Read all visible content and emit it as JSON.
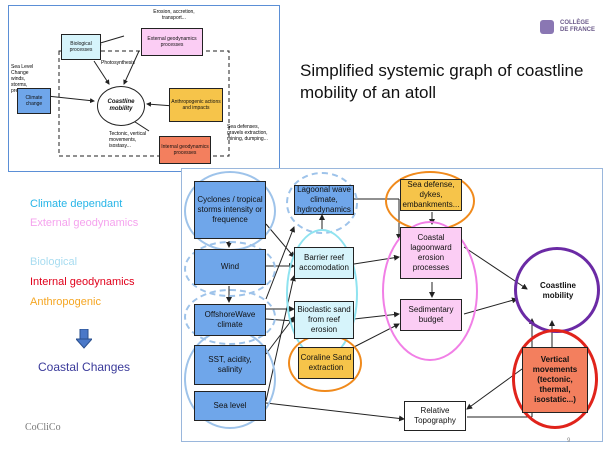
{
  "title": "Simplified systemic graph of coastline mobility of an atoll",
  "institution": [
    "COLLÈGE",
    "DE FRANCE"
  ],
  "footer_logo": "CoCliCo",
  "page_number": "9",
  "legend": {
    "items": [
      {
        "label": "Climate dependant",
        "color": "#27b5e8"
      },
      {
        "label": "External geodynamics",
        "color": "#f5a3ee"
      },
      {
        "label": "Biological",
        "color": "#a8dcf0"
      },
      {
        "label": "Internal geodynamics",
        "color": "#e0001b"
      },
      {
        "label": "Anthropogenic",
        "color": "#f5a623"
      }
    ],
    "result": "Coastal Changes",
    "result_color": "#3a3a9a"
  },
  "inset": {
    "top_note": "Erosion, accretion, transport...",
    "external": "External geodynamics processes",
    "biological": "Biological processes",
    "climate": "Climate change",
    "coastline": "Coastline mobility",
    "anthropogenic": "Anthropogenic actions and impacts",
    "internal": "Internal geodynamics processes",
    "sea_level_note": "Sea Level Change winds, storms, precipitations",
    "photosynthesis_note": "Photosynthesis",
    "tectonic_note": "Tectonic, vertical movements, isostasy...",
    "defenses_note": "Sea defenses, gravels extraction, mining, dumping..."
  },
  "nodes": {
    "cyclones": "Cyclones / tropical storms intensity or frequence",
    "wind": "Wind",
    "offshore": "OffshoreWave climate",
    "sst": "SST, acidity, salinity",
    "sea_level": "Sea level",
    "lagoonal": "Lagoonal wave climate, hydrodynamics",
    "barrier": "Barrier reef accomodation",
    "bioclastic": "Bioclastic sand from reef erosion",
    "coraline": "Coraline Sand extraction",
    "defense": "Sea defense, dykes, embankments...",
    "coastal": "Coastal lagoonward erosion processes",
    "budget": "Sedimentary budget",
    "coastline": "Coastline mobility",
    "vertical": "Vertical movements (tectonic, thermal, isostatic...)",
    "relative": "Relative Topography"
  },
  "colors": {
    "climate": "#6fa6ea",
    "biological": "#d6f4fb",
    "external": "#fbcdf4",
    "anthropogenic": "#f6c44a",
    "internal": "#f37f5e",
    "ellipse_blue": "#9ec3ea",
    "ellipse_cyan": "#8fe3f0",
    "ellipse_pink": "#f17fe6",
    "ellipse_orange": "#f08a1c",
    "ellipse_purple": "#6b2aa5",
    "ellipse_red": "#e0231b"
  }
}
